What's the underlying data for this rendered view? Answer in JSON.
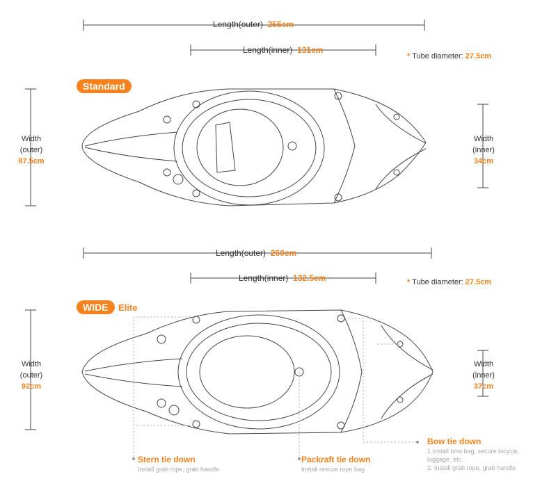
{
  "standard": {
    "badge": "Standard",
    "length_outer_label": "Length(outer)",
    "length_outer": "255cm",
    "length_inner_label": "Length(inner)",
    "length_inner": "131cm",
    "tube_label": "Tube diameter:",
    "tube": "27.5cm",
    "width_outer_label": [
      "Width",
      "(outer)"
    ],
    "width_outer": "87.5cm",
    "width_inner_label": [
      "Width",
      "(inner)"
    ],
    "width_inner": "34cm"
  },
  "wide": {
    "badge": "WIDE",
    "badge_suffix": "Elite",
    "length_outer_label": "Length(outer)",
    "length_outer": "260cm",
    "length_inner_label": "Length(inner)",
    "length_inner": "132.5cm",
    "tube_label": "Tube diameter:",
    "tube": "27.5cm",
    "width_outer_label": [
      "Width",
      "(outer)"
    ],
    "width_outer": "92cm",
    "width_inner_label": [
      "Width",
      "(inner)"
    ],
    "width_inner": "37cm"
  },
  "asterisk": "*",
  "annotations": {
    "stern": {
      "title": "Stern tie down",
      "desc": "Install grab rope, grab handle"
    },
    "packraft": {
      "title": "Packraft tie down",
      "desc": "Install rescue rope bag"
    },
    "bow": {
      "title": "Bow tie down",
      "desc1": "1.Install bow bag, secure bicycle,",
      "desc2": "luggage, etc.",
      "desc3": "2. Install grab rope, grab handle"
    }
  },
  "colors": {
    "accent": "#f5821f",
    "line": "#444444"
  }
}
